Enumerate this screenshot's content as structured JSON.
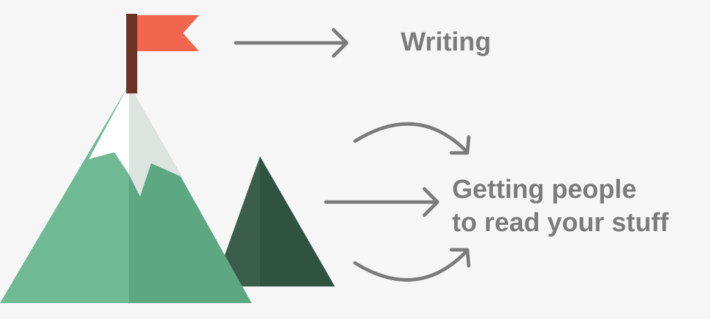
{
  "labels": {
    "writing": "Writing",
    "getting_line1": "Getting people",
    "getting_line2": "to read your stuff"
  },
  "colors": {
    "background": "#f6f6f6",
    "flag": "#f2654e",
    "pole": "#6b3324",
    "mountain_left": "#6fb995",
    "mountain_right_face": "#5da783",
    "snow_light": "#ffffff",
    "snow_shadow": "#dde3df",
    "small_mountain_left": "#3b5e4c",
    "small_mountain_right": "#2f5241",
    "arrow": "#7b7b7b",
    "text": "#7b7b7b"
  }
}
